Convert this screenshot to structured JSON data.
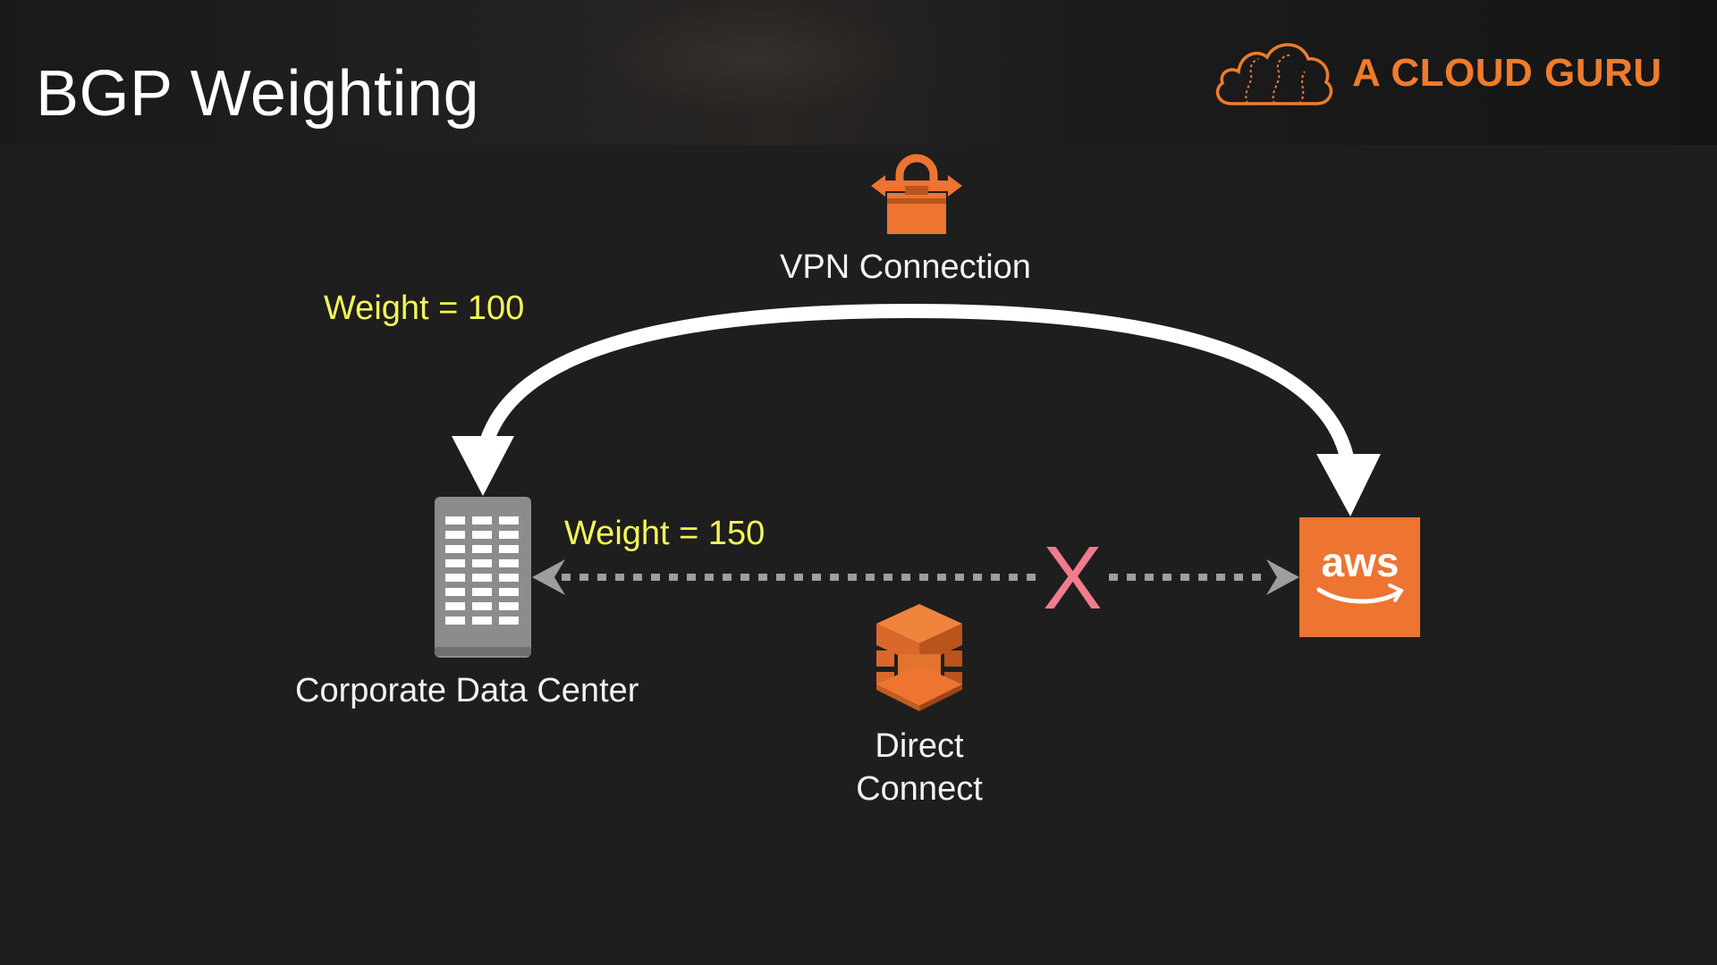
{
  "header": {
    "title": "BGP Weighting",
    "brand_name": "A CLOUD GURU"
  },
  "diagram": {
    "vpn": {
      "label": "VPN Connection",
      "icon": "vpn-gateway-icon",
      "weight_label": "Weight = 100"
    },
    "direct_connect": {
      "label_line1": "Direct",
      "label_line2": "Connect",
      "icon": "direct-connect-icon",
      "weight_label": "Weight = 150",
      "status_mark": "X"
    },
    "data_center": {
      "label": "Corporate Data Center",
      "icon": "corporate-data-center-icon"
    },
    "aws": {
      "logo_text": "aws",
      "icon": "aws-logo-icon"
    }
  },
  "colors": {
    "background": "#1e1e1e",
    "brand_orange": "#ef7c2c",
    "aws_orange": "#ed7431",
    "weight_yellow": "#f4f55a",
    "blocked_pink": "#f07c8c",
    "dashed_gray": "#9e9e9e"
  }
}
